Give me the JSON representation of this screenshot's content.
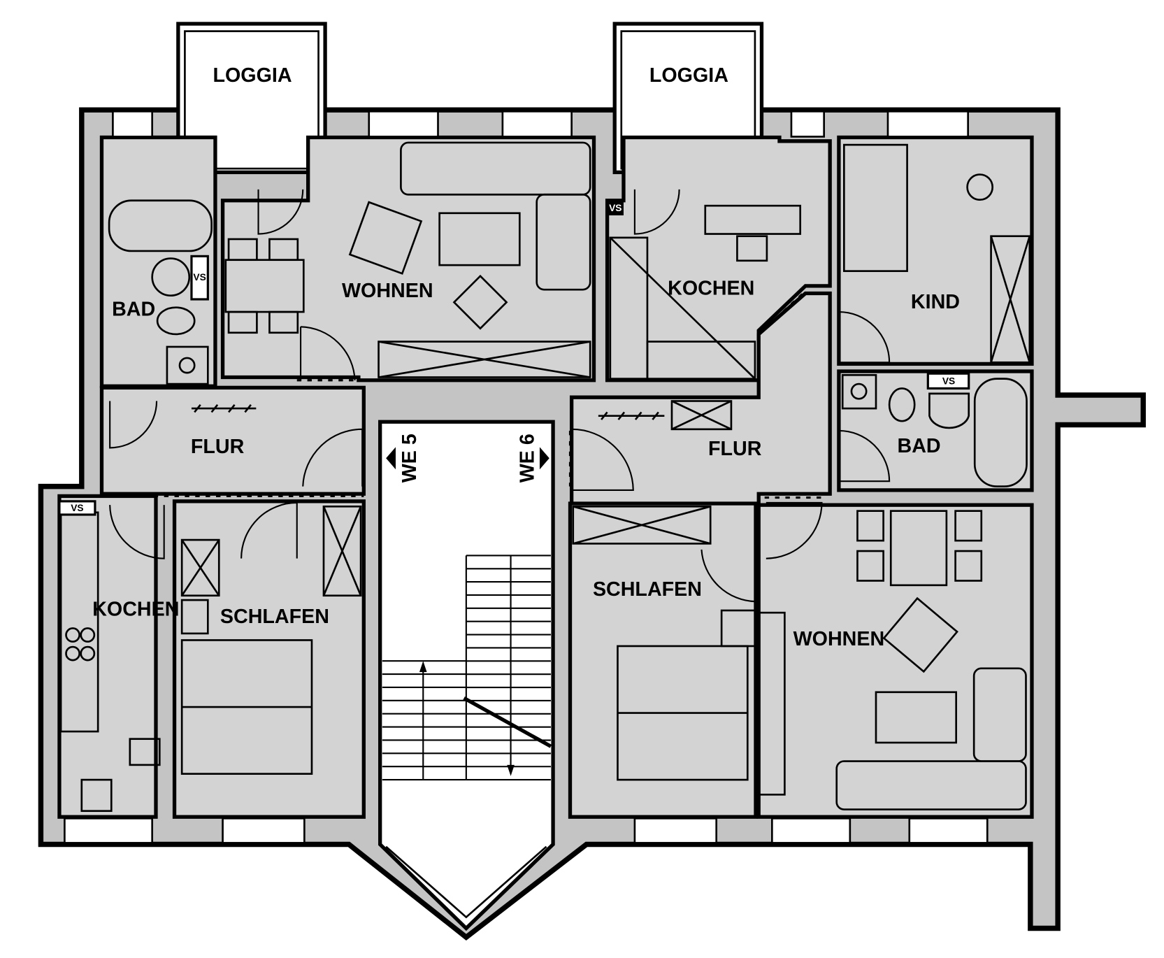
{
  "title": "Floor plan WE 5 / WE 6",
  "colors": {
    "wall": "#c4c4c4",
    "room": "#d3d3d3",
    "line": "#000000",
    "open": "#ffffff"
  },
  "unit_left": {
    "label": "WE 5",
    "rooms": {
      "loggia": "LOGGIA",
      "bath": "BAD",
      "living": "WOHNEN",
      "hall": "FLUR",
      "kitchen": "KOCHEN",
      "bedroom": "SCHLAFEN"
    },
    "vs_bath": "VS",
    "vs_kitchen": "VS"
  },
  "unit_right": {
    "label": "WE 6",
    "rooms": {
      "loggia": "LOGGIA",
      "kitchen": "KOCHEN",
      "child": "KIND",
      "hall": "FLUR",
      "bath": "BAD",
      "bedroom": "SCHLAFEN",
      "living": "WOHNEN"
    },
    "vs_kitchen": "VS",
    "vs_bath": "VS"
  },
  "stairs": {
    "lower_steps": 9,
    "upper_steps": 17
  }
}
